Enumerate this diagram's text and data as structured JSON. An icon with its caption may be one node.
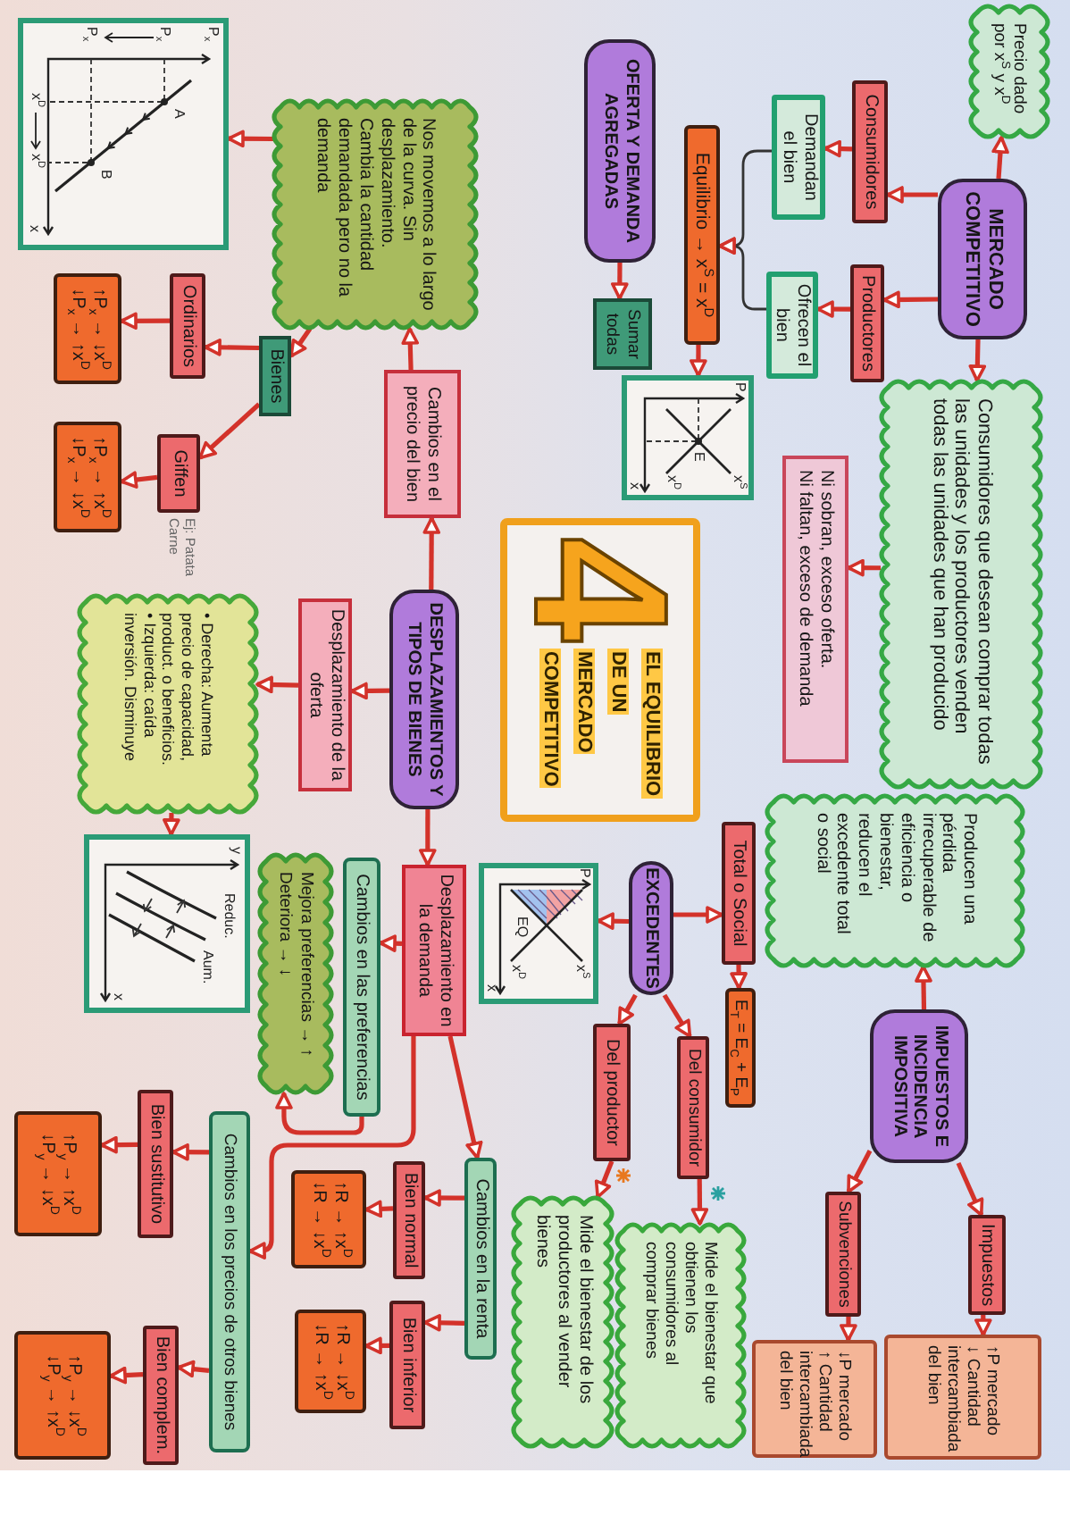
{
  "diagram": {
    "nodes": [
      {
        "text": [
          "Precio dado por x$^{S}$ y x$^{D}$"
        ]
      },
      {
        "text": [
          "MERCADO COMPETITIVO"
        ]
      },
      {
        "text": [
          "Consumidores que desean comprar todas las unidades y los productores venden todas las unidades que han producido"
        ]
      },
      {
        "text": [
          "Producen una pérdida irrecuperable de eficiencia o bienestar, reducen el excedente total o social"
        ]
      },
      {
        "text": [
          "IMPUESTOS E INCIDENCIA IMPOSITIVA"
        ]
      },
      {
        "text": [
          "Impuestos"
        ]
      },
      {
        "text": [
          "↑P mercado",
          "↓ Cantidad intercambiada del bien"
        ]
      },
      {
        "text": [
          "Consumidores"
        ]
      },
      {
        "text": [
          "Productores"
        ]
      },
      {
        "text": [
          "Subvenciones"
        ]
      },
      {
        "text": [
          "↓P mercado",
          "↑ Cantidad intercambiada del bien"
        ]
      },
      {
        "text": [
          "Demandan el bien"
        ]
      },
      {
        "text": [
          "Ofrecen el bien"
        ]
      },
      {
        "text": [
          "Ni sobran, exceso oferta.",
          "Ni faltan, exceso de demanda"
        ]
      },
      {
        "text": [
          "Total o Social"
        ]
      },
      {
        "text": [
          "E$_{T}$ = E$_{C}$ + E$_{P}$"
        ]
      },
      {
        "text": [
          "Equilibrio → x$^{S}$ = x$^{D}$"
        ]
      },
      {
        "text": [],
        "shape": "picture"
      },
      {
        "text": [
          "Del consumidor"
        ]
      },
      {
        "text": [
          "Mide el bienestar que obtienen los consumidores al comprar bienes"
        ]
      },
      {
        "text": [
          "4",
          "EL EQUILIBRIO DE UN MERCADO COMPETITIVO"
        ]
      },
      {
        "text": [
          "EXCEDENTES"
        ]
      },
      {
        "text": [
          "OFERTA Y DEMANDA AGREGADAS"
        ]
      },
      {
        "text": [
          "Sumar todas"
        ]
      },
      {
        "text": [
          "Del productor"
        ]
      },
      {
        "text": [
          "Mide el bienestar de los productores al vender bienes"
        ]
      },
      {
        "text": [],
        "shape": "picture"
      },
      {
        "text": [
          "Cambios en la renta"
        ]
      },
      {
        "text": [
          "Nos movemos a lo largo de la curva. Sin desplazamiento. Cambia la cantidad demandada pero no la demanda"
        ]
      },
      {
        "text": [
          "Cambios en el precio del bien"
        ]
      },
      {
        "text": [
          "DESPLAZAMIENTOS Y TIPOS DE BIENES"
        ]
      },
      {
        "text": [
          "Desplazamiento en la demanda"
        ]
      },
      {
        "text": [
          "Bien normal"
        ]
      },
      {
        "text": [
          "Bien inferior"
        ]
      },
      {
        "text": [
          "Cambios en las preferencias"
        ]
      },
      {
        "text": [
          "↑R → ↑x$^{D}$",
          "↓R → ↓x$^{D}$"
        ]
      },
      {
        "text": [
          "↑R → ↓x$^{D}$",
          "↓R → ↑x$^{D}$"
        ]
      },
      {
        "text": [
          "Desplazamiento de la oferta"
        ]
      },
      {
        "text": [
          "Mejora preferencias → ↑",
          "Deteriora → ↓"
        ]
      },
      {
        "text": [
          "Bienes"
        ]
      },
      {
        "text": [
          "• Derecha: Aumenta precio de capacidad, product. o beneficios.",
          "• Izquierda: caída inversión. Disminuye"
        ]
      },
      {
        "text": [],
        "shape": "picture"
      },
      {
        "text": [
          "Cambios en los precios de otros bienes"
        ]
      },
      {
        "text": [],
        "shape": "picture"
      },
      {
        "text": [
          "Ordinarios"
        ]
      },
      {
        "text": [
          "Giffen"
        ],
        "beside": [
          "Ej: Patata Carne"
        ]
      },
      {
        "text": [
          "Bien sustitutivo"
        ]
      },
      {
        "text": [
          "Bien complem."
        ]
      },
      {
        "text": [
          "↑P$_{x}$ → ↓x$^{D}$",
          "↓P$_{x}$ → ↑x$^{D}$"
        ]
      },
      {
        "text": [
          "↑P$_{x}$ → ↑x$^{D}$",
          "↓P$_{x}$ → ↓x$^{D}$"
        ]
      },
      {
        "text": [
          "↑P$_{y}$ → ↑x$^{D}$",
          "↓P$_{y}$ → ↓x$^{D}$"
        ]
      },
      {
        "text": [
          "↑P$_{y}$ → ↓x$^{D}$",
          "↓P$_{y}$ → ↑x$^{D}$"
        ]
      }
    ],
    "edges": [
      {
        "from": 1,
        "to": 0,
        "arrow": "to"
      },
      {
        "from": 1,
        "to": 7,
        "arrow": "to"
      },
      {
        "from": 1,
        "to": 8,
        "arrow": "to"
      },
      {
        "from": 1,
        "to": 2,
        "arrow": "to"
      },
      {
        "from": 7,
        "to": 11,
        "arrow": "to"
      },
      {
        "from": 8,
        "to": 12,
        "arrow": "to"
      },
      {
        "from": 11,
        "to": 16,
        "arrow": "to",
        "color": "#333333"
      },
      {
        "from": 12,
        "to": 16,
        "arrow": "to",
        "color": "#333333"
      },
      {
        "from": 16,
        "to": 17,
        "arrow": "to"
      },
      {
        "from": 22,
        "to": 23,
        "arrow": "to"
      },
      {
        "from": 2,
        "to": 13,
        "arrow": "to"
      },
      {
        "from": 4,
        "to": 3,
        "arrow": "to"
      },
      {
        "from": 4,
        "to": 9,
        "arrow": "to"
      },
      {
        "from": 4,
        "to": 5,
        "arrow": "to"
      },
      {
        "from": 9,
        "to": 10,
        "arrow": "to"
      },
      {
        "from": 5,
        "to": 6,
        "arrow": "to"
      },
      {
        "from": 21,
        "to": 14,
        "arrow": "to"
      },
      {
        "from": 21,
        "to": 26,
        "arrow": "to"
      },
      {
        "from": 21,
        "to": 18,
        "arrow": "to"
      },
      {
        "from": 21,
        "to": 24,
        "arrow": "to"
      },
      {
        "from": 14,
        "to": 15,
        "arrow": "to"
      },
      {
        "from": 18,
        "to": 19,
        "arrow": "to"
      },
      {
        "from": 24,
        "to": 25,
        "arrow": "to"
      },
      {
        "from": 30,
        "to": 29,
        "arrow": "to"
      },
      {
        "from": 30,
        "to": 37,
        "arrow": "to"
      },
      {
        "from": 30,
        "to": 31,
        "arrow": "to"
      },
      {
        "from": 37,
        "to": 40,
        "arrow": "to"
      },
      {
        "from": 40,
        "to": 41,
        "arrow": "to"
      },
      {
        "from": 31,
        "to": 34,
        "arrow": "to"
      },
      {
        "from": 34,
        "to": 38,
        "arrow": "to"
      },
      {
        "from": 31,
        "to": 27,
        "arrow": "to"
      },
      {
        "from": 31,
        "to": 42,
        "arrow": "to"
      },
      {
        "from": 27,
        "to": 32,
        "arrow": "to"
      },
      {
        "from": 27,
        "to": 33,
        "arrow": "to"
      },
      {
        "from": 32,
        "to": 35,
        "arrow": "to"
      },
      {
        "from": 33,
        "to": 36,
        "arrow": "to"
      },
      {
        "from": 42,
        "to": 46,
        "arrow": "to"
      },
      {
        "from": 42,
        "to": 47,
        "arrow": "to"
      },
      {
        "from": 46,
        "to": 50,
        "arrow": "to"
      },
      {
        "from": 47,
        "to": 51,
        "arrow": "to"
      },
      {
        "from": 29,
        "to": 28,
        "arrow": "to"
      },
      {
        "from": 28,
        "to": 43,
        "arrow": "to"
      },
      {
        "from": 28,
        "to": 39,
        "arrow": "to"
      },
      {
        "from": 39,
        "to": 44,
        "arrow": "to"
      },
      {
        "from": 39,
        "to": 45,
        "arrow": "to"
      },
      {
        "from": 44,
        "to": 48,
        "arrow": "to"
      },
      {
        "from": 45,
        "to": 49,
        "arrow": "to"
      }
    ],
    "labels": [
      "P$_{x}$",
      "P$_{x}$",
      "P$_{x}$",
      "A",
      "B",
      "x$^{D}$",
      "x$^{D}$",
      "x",
      "P",
      "E",
      "x$^{S}$",
      "x$^{D}$",
      "x",
      "y",
      "Reduc.",
      "Aum.",
      "x",
      "P",
      "EQ",
      "x$^{S}$",
      "x$^{D}$",
      "x"
    ]
  }
}
